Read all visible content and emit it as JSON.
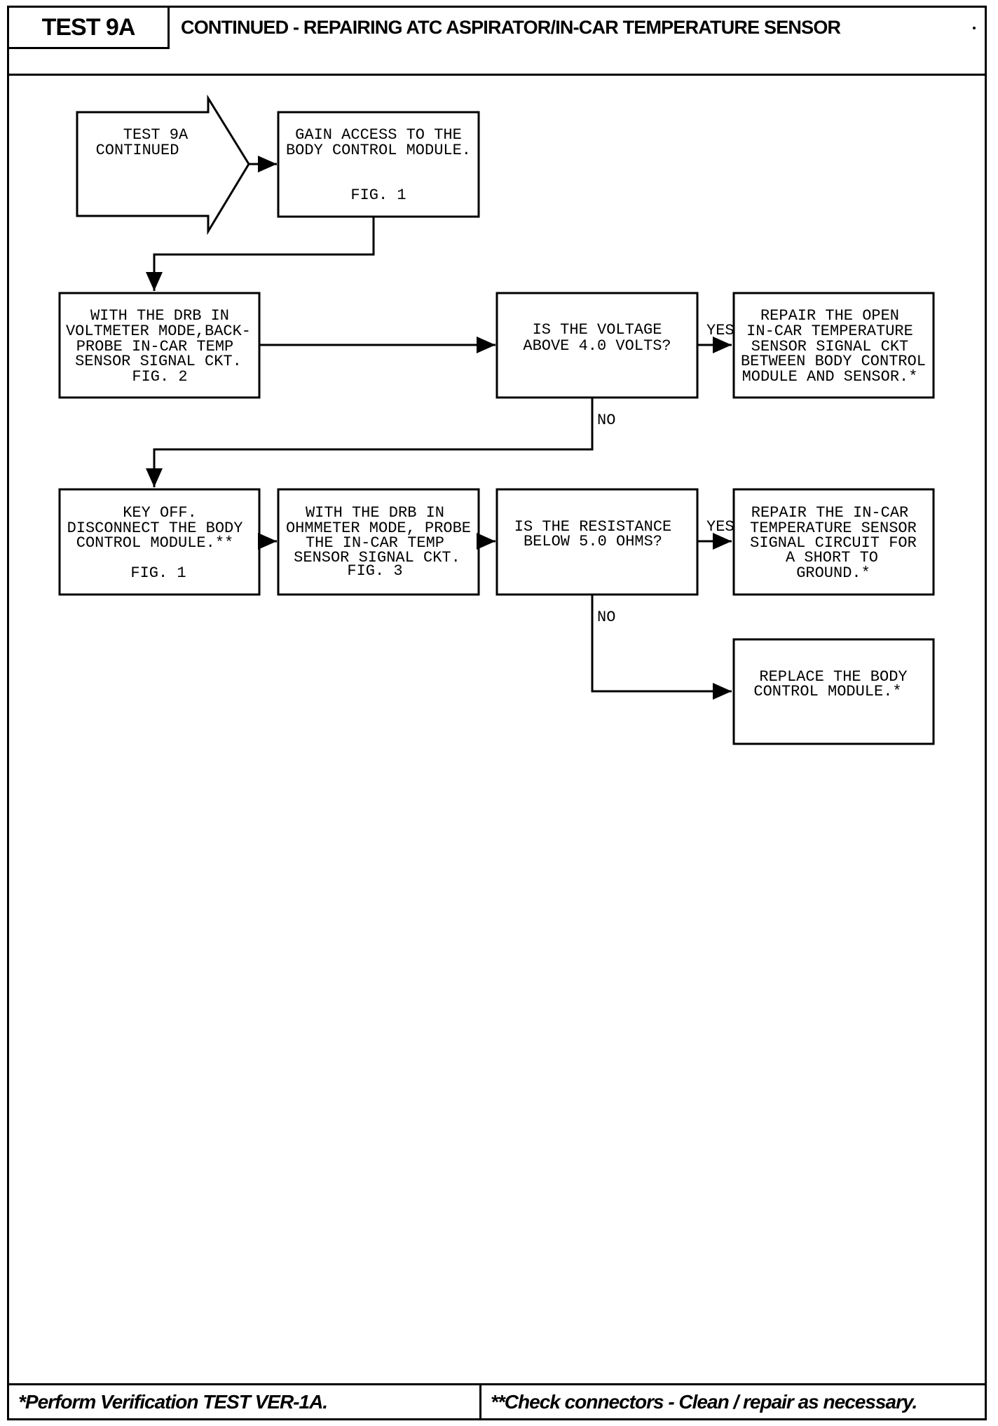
{
  "header": {
    "test_label": "TEST 9A",
    "title": "CONTINUED - REPAIRING ATC ASPIRATOR/IN-CAR TEMPERATURE SENSOR"
  },
  "flowchart": {
    "start": {
      "line1": "TEST 9A",
      "line2": "CONTINUED"
    },
    "gain_access": {
      "line1": "GAIN ACCESS TO THE",
      "line2": "BODY CONTROL MODULE.",
      "fig": "FIG. 1"
    },
    "voltmeter": {
      "line1": "WITH THE DRB IN",
      "line2": "VOLTMETER MODE,BACK-",
      "line3": "PROBE IN-CAR TEMP",
      "line4": "SENSOR SIGNAL CKT.",
      "fig": "FIG. 2"
    },
    "voltage_question": {
      "line1": "IS THE VOLTAGE",
      "line2": "ABOVE 4.0 VOLTS?"
    },
    "repair_open": {
      "line1": "REPAIR THE OPEN",
      "line2": "IN-CAR TEMPERATURE",
      "line3": "SENSOR SIGNAL CKT",
      "line4": "BETWEEN BODY CONTROL",
      "line5": "MODULE AND SENSOR.*"
    },
    "key_off": {
      "line1": "KEY OFF.",
      "line2": "DISCONNECT THE BODY",
      "line3": "CONTROL MODULE.**",
      "fig": "FIG. 1"
    },
    "ohmmeter": {
      "line1": "WITH THE DRB IN",
      "line2": "OHMMETER MODE, PROBE",
      "line3": "THE IN-CAR TEMP",
      "line4": "SENSOR SIGNAL CKT.",
      "fig": "FIG. 3"
    },
    "resistance_question": {
      "line1": "IS THE RESISTANCE",
      "line2": "BELOW 5.0 OHMS?"
    },
    "repair_short": {
      "line1": "REPAIR THE IN-CAR",
      "line2": "TEMPERATURE SENSOR",
      "line3": "SIGNAL CIRCUIT FOR",
      "line4": "A SHORT TO",
      "line5": "GROUND.*"
    },
    "replace_bcm": {
      "line1": "REPLACE THE BODY",
      "line2": "CONTROL MODULE.*"
    },
    "labels": {
      "yes": "YES",
      "no": "NO"
    }
  },
  "footer": {
    "left": "*Perform Verification TEST VER-1A.",
    "right": "**Check connectors - Clean / repair as necessary."
  }
}
